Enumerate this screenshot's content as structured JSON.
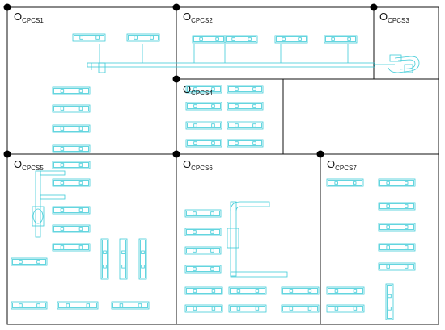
{
  "colors": {
    "frame": "#111111",
    "equipment": "#3ecbd8",
    "node": "#000000",
    "background": "#ffffff"
  },
  "zones": [
    {
      "id": "zone-cpcs1",
      "prefix": "O",
      "sub": "CPCS1"
    },
    {
      "id": "zone-cpcs2",
      "prefix": "O",
      "sub": "CPCS2"
    },
    {
      "id": "zone-cpcs3",
      "prefix": "O",
      "sub": "CPCS3"
    },
    {
      "id": "zone-cpcs4",
      "prefix": "O",
      "sub": "CPCS4"
    },
    {
      "id": "zone-cpcs5",
      "prefix": "O",
      "sub": "CPCS5"
    },
    {
      "id": "zone-cpcs6",
      "prefix": "O",
      "sub": "CPCS6"
    },
    {
      "id": "zone-cpcs7",
      "prefix": "O",
      "sub": "CPCS7"
    }
  ],
  "nodes": [
    {
      "id": "origin-cpcs1"
    },
    {
      "id": "origin-cpcs2"
    },
    {
      "id": "origin-cpcs3"
    },
    {
      "id": "origin-cpcs4"
    },
    {
      "id": "origin-cpcs5"
    },
    {
      "id": "origin-cpcs6"
    },
    {
      "id": "origin-cpcs7"
    }
  ]
}
